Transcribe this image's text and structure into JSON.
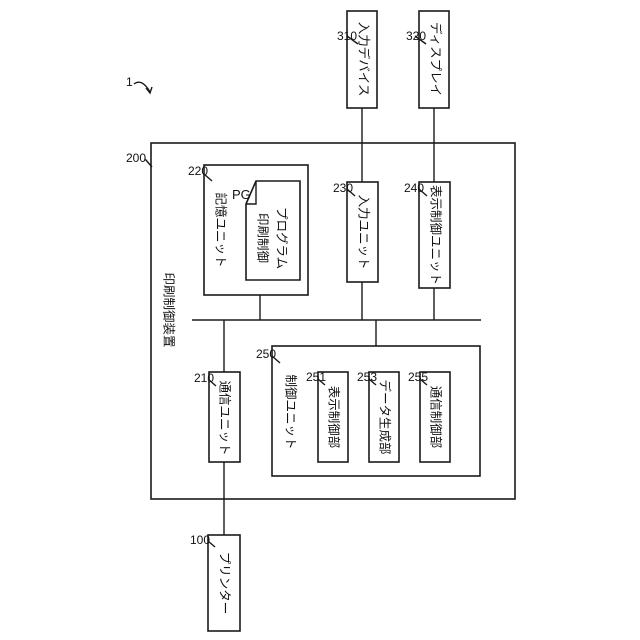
{
  "figure_label": "1",
  "devices": {
    "printer": {
      "ref": "100",
      "label": "プリンター"
    },
    "input_device": {
      "ref": "310",
      "label": "入力デバイス"
    },
    "display": {
      "ref": "320",
      "label": "ディスプレイ"
    }
  },
  "print_control_device": {
    "ref": "200",
    "label": "印刷制御装置",
    "comm_unit": {
      "ref": "210",
      "label": "通信ユニット"
    },
    "storage_unit": {
      "ref": "220",
      "label": "記憶ユニット",
      "program": {
        "ref": "PG",
        "line1": "印刷制御",
        "line2": "プログラム"
      }
    },
    "input_unit": {
      "ref": "230",
      "label": "入力ユニット"
    },
    "display_control_unit": {
      "ref": "240",
      "label": "表示制御ユニット"
    },
    "control_unit": {
      "ref": "250",
      "label": "制御ユニット",
      "parts": [
        {
          "ref": "251",
          "label": "表示制御部"
        },
        {
          "ref": "253",
          "label": "データ生成部"
        },
        {
          "ref": "255",
          "label": "通信制御部"
        }
      ]
    }
  }
}
